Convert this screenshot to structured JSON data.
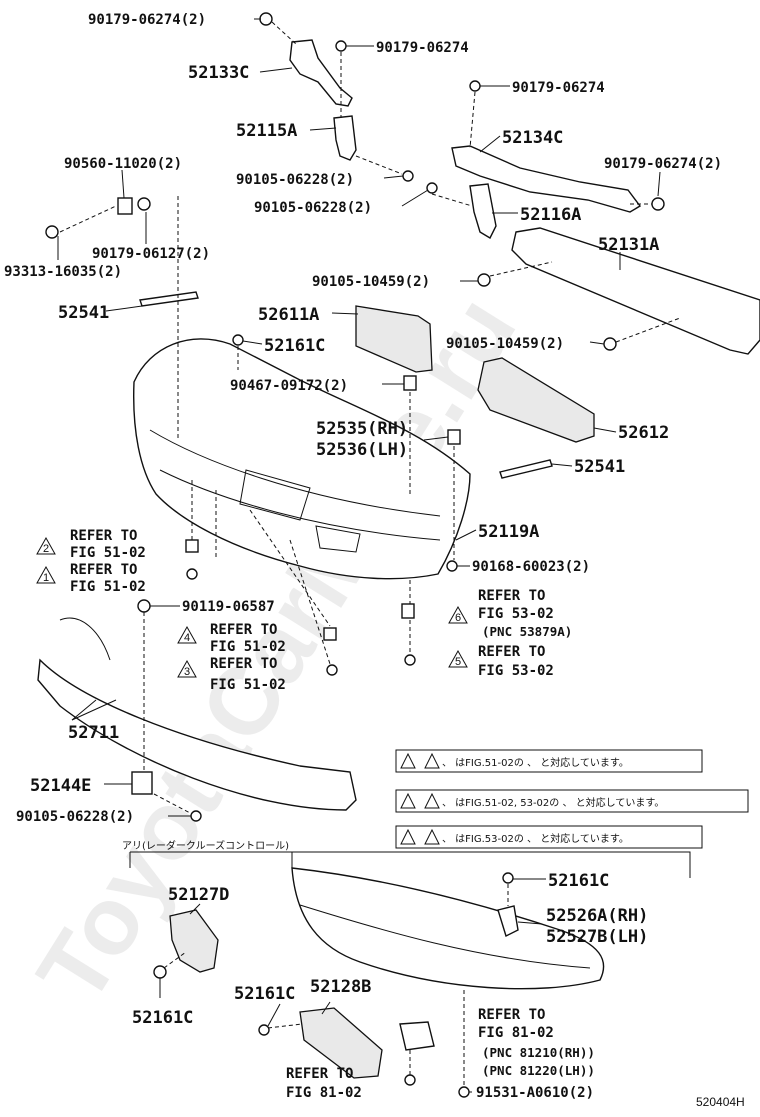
{
  "diagram_id": "520404H",
  "watermark": "ToyotaCarMine.ru",
  "labels": {
    "p_90179_06274_2_top": "90179-06274(2)",
    "p_52133C": "52133C",
    "p_90179_06274_a": "90179-06274",
    "p_90179_06274_b": "90179-06274",
    "p_52115A": "52115A",
    "p_52134C": "52134C",
    "p_90179_06274_2_right": "90179-06274(2)",
    "p_90560_11020": "90560-11020(2)",
    "p_90105_06228_2_a": "90105-06228(2)",
    "p_90105_06228_2_b": "90105-06228(2)",
    "p_52116A": "52116A",
    "p_90179_06127": "90179-06127(2)",
    "p_93313_16035": "93313-16035(2)",
    "p_52131A": "52131A",
    "p_90105_10459_2_a": "90105-10459(2)",
    "p_52541_left": "52541",
    "p_52611A": "52611A",
    "p_90105_10459_2_b": "90105-10459(2)",
    "p_52161C_top": "52161C",
    "p_90467_09172": "90467-09172(2)",
    "p_52535": "52535(RH)",
    "p_52536": "52536(LH)",
    "p_52612": "52612",
    "p_52541_right": "52541",
    "p_52119A": "52119A",
    "p_90168_60023": "90168-60023(2)",
    "p_90119_06587": "90119-06587",
    "p_52711": "52711",
    "p_52144E": "52144E",
    "p_90105_06228_2_c": "90105-06228(2)",
    "p_52161C_r": "52161C",
    "p_52526A": "52526A(RH)",
    "p_52527B": "52527B(LH)",
    "p_52127D": "52127D",
    "p_52161C_l": "52161C",
    "p_52161C_m": "52161C",
    "p_52128B": "52128B",
    "p_91531": "91531-A0610(2)"
  },
  "refs": {
    "refer_to": "REFER TO",
    "fig_51_02": "FIG 51-02",
    "fig_53_02": "FIG 53-02",
    "fig_81_02": "FIG 81-02",
    "pnc_53879A": "(PNC 53879A)",
    "pnc_81210": "(PNC 81210(RH))",
    "pnc_81220": "(PNC 81220(LH))"
  },
  "markers": {
    "m1": "1",
    "m2": "2",
    "m3": "3",
    "m4": "4",
    "m5": "5",
    "m6": "6"
  },
  "notes": {
    "note_a": "、 はFIG.51-02の 、 と対応しています。",
    "note_b": "、 はFIG.51-02, 53-02の 、 と対応しています。",
    "note_c": "、 はFIG.53-02の 、 と対応しています。"
  },
  "section_header": "アリ(レーダークルーズコントロール)"
}
